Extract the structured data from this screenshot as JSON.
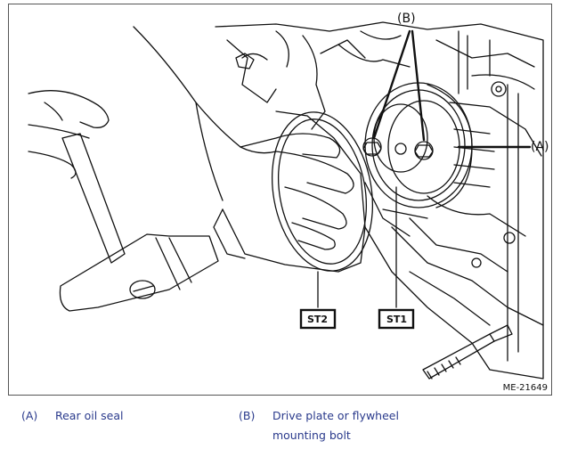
{
  "figure": {
    "callout_a": "(A)",
    "callout_b": "(B)",
    "tool_st1": "ST1",
    "tool_st2": "ST2",
    "figure_id": "ME-21649"
  },
  "legend": {
    "items": [
      {
        "tag": "(A)",
        "text": "Rear oil seal"
      },
      {
        "tag": "(B)",
        "text_line1": "Drive plate or flywheel",
        "text_line2": "mounting bolt"
      }
    ]
  }
}
